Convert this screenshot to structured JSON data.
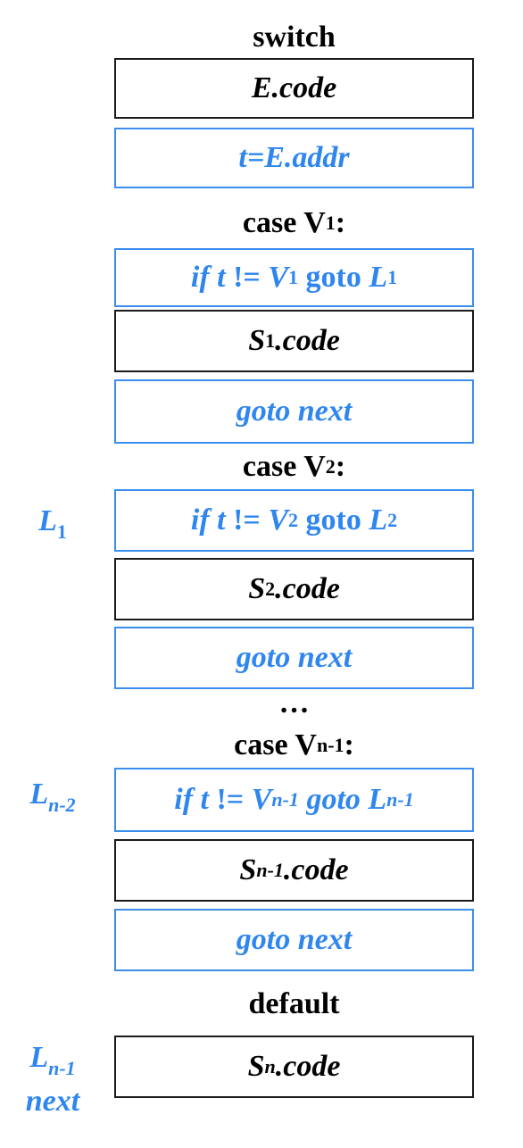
{
  "switch_label": "switch",
  "case1_label": "case V",
  "case1_sub": "1",
  "case2_label": "case V",
  "case2_sub": "2",
  "ellipsis": "…",
  "case_n1_label": "case V",
  "case_n1_sub": "n-1",
  "default_label": "default",
  "colon": ":",
  "box_e_code": "E.code",
  "box_t_addr": "t=E.addr",
  "if_prefix": "if t",
  "neq": " != ",
  "V": "V",
  "goto_word": " goto ",
  "goto_word_italic": " goto ",
  "L": "L",
  "sub_1": "1",
  "sub_2": "2",
  "sub_n1": "n-1",
  "sub_n2": "n-2",
  "sub_n": "n",
  "S": "S",
  "code_suffix": ".code",
  "goto_next": "goto next",
  "side_next": "next",
  "colors": {
    "blue": "#2e86ee",
    "black": "#000000"
  }
}
